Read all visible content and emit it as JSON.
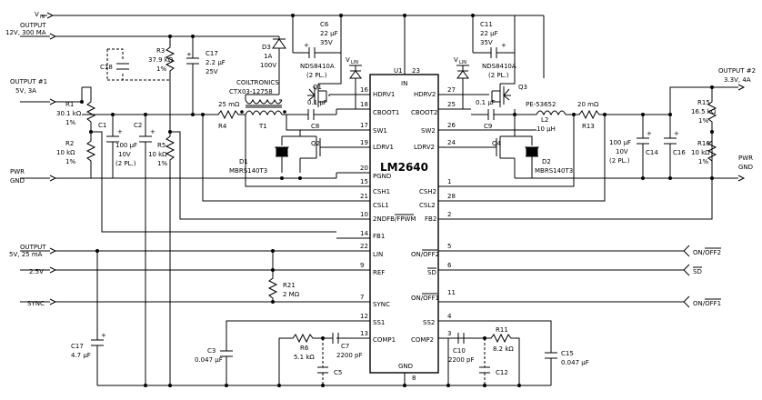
{
  "ic": {
    "name": "LM2640",
    "ref": "U1",
    "pins_left": [
      {
        "label": "HDRV1",
        "num": "16"
      },
      {
        "label": "CBOOT1",
        "num": "18"
      },
      {
        "label": "SW1",
        "num": "17"
      },
      {
        "label": "LDRV1",
        "num": "19"
      },
      {
        "label": "PGND",
        "num": "20"
      },
      {
        "label": "CSH1",
        "num": "15"
      },
      {
        "label": "CSL1",
        "num": "21"
      },
      {
        "label": "2NDFB/FPWM",
        "num": "10"
      },
      {
        "label": "FB1",
        "num": "14"
      },
      {
        "label": "LIN",
        "num": "22"
      },
      {
        "label": "REF",
        "num": "9"
      },
      {
        "label": "SYNC",
        "num": "7"
      },
      {
        "label": "SS1",
        "num": "12"
      },
      {
        "label": "COMP1",
        "num": "13"
      }
    ],
    "pins_right": [
      {
        "label": "HDRV2",
        "num": "27"
      },
      {
        "label": "CBOOT2",
        "num": "25"
      },
      {
        "label": "SW2",
        "num": "26"
      },
      {
        "label": "LDRV2",
        "num": "24"
      },
      {
        "label": "CSH2",
        "num": "1"
      },
      {
        "label": "CSL2",
        "num": "28"
      },
      {
        "label": "FB2",
        "num": "2"
      },
      {
        "label": "ON/OFF2",
        "num": "5"
      },
      {
        "label": "SD",
        "num": "6"
      },
      {
        "label": "ON/OFF1",
        "num": "11"
      },
      {
        "label": "SS2",
        "num": "4"
      },
      {
        "label": "COMP2",
        "num": "3"
      }
    ],
    "pin_in": {
      "label": "IN",
      "num": "23"
    },
    "pin_gnd": {
      "label": "GND",
      "num": "8"
    }
  },
  "labels": {
    "vin": "V",
    "vin_sub": "IN",
    "out12_l1": "OUTPUT",
    "out12_l2": "12V, 300 MA",
    "out1_l1": "OUTPUT #1",
    "out1_l2": "5V, 3A",
    "out2_l1": "OUTPUT #2",
    "out2_l2": "3.3V, 4A",
    "pwr_l1": "PWR",
    "pwr_l2": "GND",
    "pwr_r1": "PWR",
    "pwr_r2": "GND",
    "out5_l1": "OUTPUT",
    "out5_l2": "5V, 25 mA",
    "ref25": "2.5V",
    "sync": "SYNC",
    "onoff2": "ON/OFF2",
    "sd": "SD",
    "onoff1": "ON/OFF1"
  },
  "components": {
    "r1": [
      "R1",
      "30.1 kΩ",
      "1%"
    ],
    "r2": [
      "R2",
      "10 kΩ",
      "1%"
    ],
    "r3": [
      "R3",
      "37.9 kΩ",
      "1%"
    ],
    "r4": [
      "25 mΩ",
      "R4"
    ],
    "r5": [
      "R5",
      "10 kΩ",
      "1%"
    ],
    "r6": [
      "R6",
      "5.1 kΩ"
    ],
    "r11": [
      "R11",
      "8.2 kΩ"
    ],
    "r13": [
      "20 mΩ",
      "R13"
    ],
    "r15": [
      "R15",
      "16.5 kΩ",
      "1%"
    ],
    "r16": [
      "R16",
      "10 kΩ",
      "1%"
    ],
    "r21": [
      "R21",
      "2 MΩ"
    ],
    "c1": "C1",
    "c2": "C2",
    "c2v": [
      "100 μF",
      "10V",
      "(2 PL.)"
    ],
    "c3": [
      "C3",
      "0.047 μF"
    ],
    "c5": "C5",
    "c6": [
      "C6",
      "22 μF",
      "35V"
    ],
    "c7": [
      "C7",
      "2200 pF"
    ],
    "c8": [
      "0.1 μF",
      "C8"
    ],
    "c9": [
      "0.1 μF",
      "C9"
    ],
    "c10": [
      "C10",
      "2200 pF"
    ],
    "c11": [
      "C11",
      "22 μF",
      "35V"
    ],
    "c12": "C12",
    "c14": "C14",
    "c14v": [
      "100 μF",
      "10V",
      "(2 PL.)"
    ],
    "c15": [
      "C15",
      "0.047 μF"
    ],
    "c16": "C16",
    "c17a": [
      "C17",
      "2.2 μF",
      "25V"
    ],
    "c17b": [
      "C17",
      "4.7 μF"
    ],
    "c18": "C18",
    "d1": [
      "D1",
      "MBRS140T3"
    ],
    "d2": [
      "D2",
      "MBRS140T3"
    ],
    "d3": [
      "D3",
      "1A",
      "100V"
    ],
    "t1": [
      "COILTRONICS",
      "CTX03-12758",
      "T1"
    ],
    "l2": [
      "PE-53652",
      "L2",
      "10 μH"
    ],
    "q1": "Q1",
    "q2": "Q2",
    "q3": "Q3",
    "q4": "Q4",
    "nds_l": [
      "NDS8410A",
      "(2 PL.)"
    ],
    "nds_r": [
      "NDS8410A",
      "(2 PL.)"
    ],
    "vlin_sym": "V",
    "vlin_sub": "LIN",
    "plus": "+"
  }
}
